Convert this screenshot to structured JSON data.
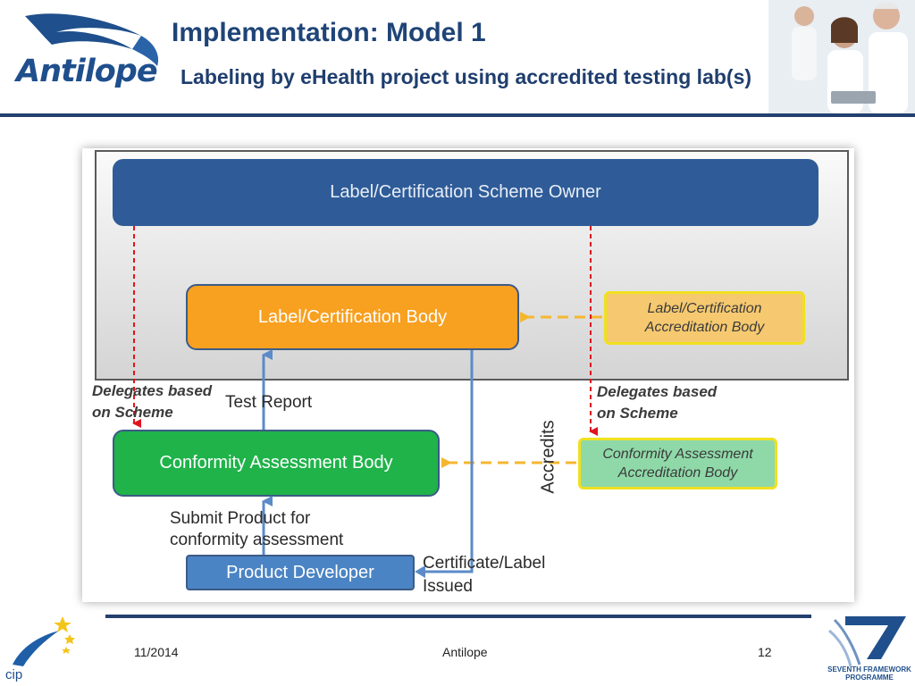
{
  "header": {
    "logo_text": "Antilope",
    "title": "Implementation: Model 1",
    "subtitle": "Labeling by eHealth project using accredited testing lab(s)"
  },
  "diagram": {
    "scheme_owner": "Label/Certification Scheme Owner",
    "certification_body": "Label/Certification Body",
    "cert_accreditation_body": [
      "Label/Certification",
      "Accreditation Body"
    ],
    "conformity_body": "Conformity Assessment Body",
    "conformity_accreditation_body": [
      "Conformity Assessment",
      "Accreditation Body"
    ],
    "product_developer": "Product Developer",
    "delegates_left": [
      "Delegates based",
      "on Scheme"
    ],
    "delegates_right": [
      "Delegates based",
      "on Scheme"
    ],
    "test_report": "Test Report",
    "submit_product": [
      "Submit Product for",
      "conformity assessment"
    ],
    "certificate_issued": [
      "Certificate/Label",
      "Issued"
    ],
    "accredits": "Accredits"
  },
  "footer": {
    "date": "11/2014",
    "center": "Antilope",
    "page": "12",
    "cip_text": "cip",
    "fp7_text": [
      "SEVENTH FRAMEWORK",
      "PROGRAMME"
    ]
  },
  "colors": {
    "navy": "#23406e",
    "owner_blue": "#2f5c98",
    "orange": "#f8a020",
    "green": "#1fb34a",
    "red_dash": "#e0141e",
    "gold_dash": "#f5b730"
  }
}
